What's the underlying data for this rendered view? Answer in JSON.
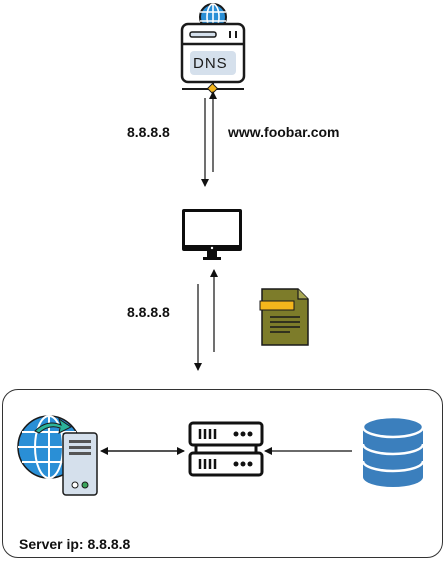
{
  "dns": {
    "icon_text": "DNS",
    "to_client_label": "8.8.8.8",
    "query_label": "www.foobar.com"
  },
  "client": {
    "request_ip_label": "8.8.8.8"
  },
  "server": {
    "footer_label": "Server ip: 8.8.8.8"
  },
  "colors": {
    "globe_blue": "#2a8fd6",
    "server_bg": "#d5e0ec",
    "document_olive": "#7d7c2a",
    "document_tab": "#f4b61c",
    "database_blue": "#3b7fbd",
    "line": "#111111"
  }
}
